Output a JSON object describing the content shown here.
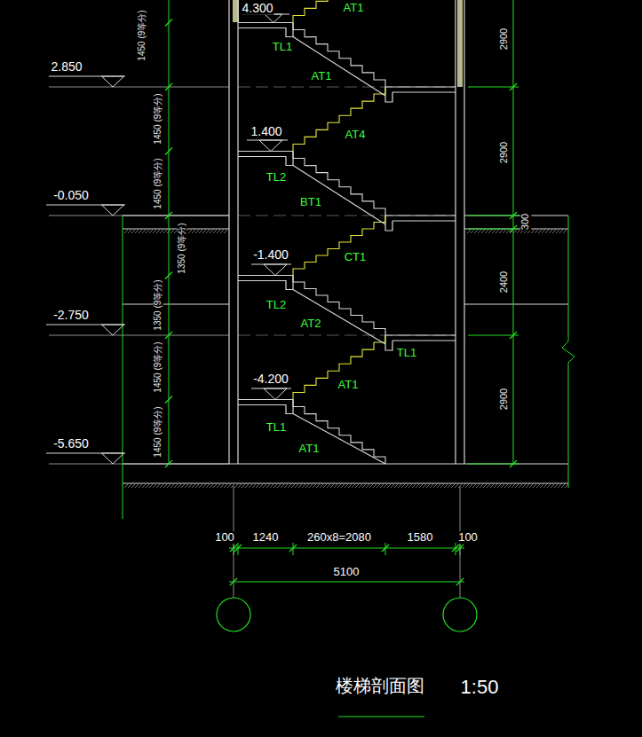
{
  "diagram": {
    "caption": "楼梯剖面图",
    "labels": [
      "4.300",
      "AT1",
      "1450 (9等分)",
      "TL1",
      "AT1",
      "2900",
      "2.850",
      "1450 (9等分)",
      "1.400",
      "AT4",
      "1450 (9等分)",
      "2900",
      "TL2",
      "BT1",
      "-0.050",
      "300",
      "1350 (9等分)",
      "-1.400",
      "CT1",
      "2400",
      "1350 (9等分)",
      "TL2",
      "AT2",
      "-2.750",
      "1450 (9等分)",
      "TL1",
      "-4.200",
      "AT1",
      "2900",
      "1450 (9等分)",
      "TL1",
      "AT1",
      "-5.650",
      "100",
      "1240",
      "260x8=2080",
      "1580",
      "100",
      "5100",
      "1:50"
    ]
  }
}
